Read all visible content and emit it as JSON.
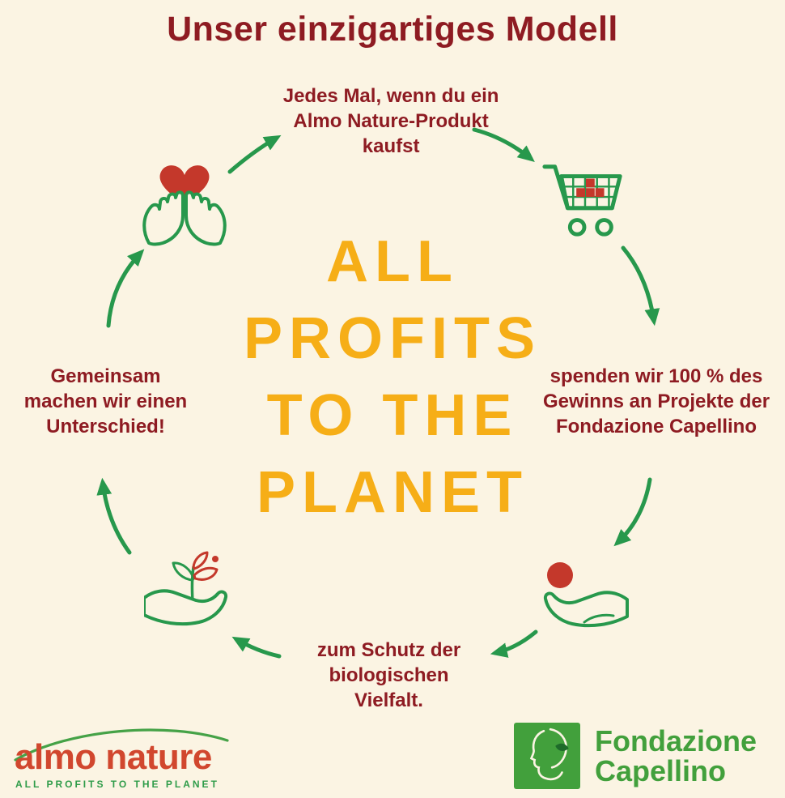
{
  "title": "Unser einzigartiges Modell",
  "center_slogan": {
    "lines": [
      "ALL",
      "PROFITS",
      "TO THE",
      "PLANET"
    ]
  },
  "steps": {
    "purchase": "Jedes Mal, wenn du ein\nAlmo Nature-Produkt\nkaufst",
    "donation": "spenden wir 100 % des\nGewinns an Projekte der\nFondazione Capellino",
    "protection": "zum Schutz der\nbiologischen\nVielfalt.",
    "together": "Gemeinsam\nmachen wir einen\nUnterschied!"
  },
  "icons": {
    "care": "hands-holding-heart",
    "purchase": "shopping-cart",
    "donation": "hand-with-coin",
    "growth": "hand-with-sprout"
  },
  "footer": {
    "almo": {
      "wordmark": "almo nature",
      "tagline": "ALL PROFITS TO THE PLANET"
    },
    "fondazione": {
      "line1": "Fondazione",
      "line2": "Capellino"
    }
  },
  "colors": {
    "background": "#FBF4E3",
    "maroon": "#8E1B22",
    "gold": "#F6AE17",
    "green": "#27984C",
    "brand_red": "#D1472E",
    "icon_red": "#C4382B",
    "fondazione_green": "#42A03C"
  }
}
